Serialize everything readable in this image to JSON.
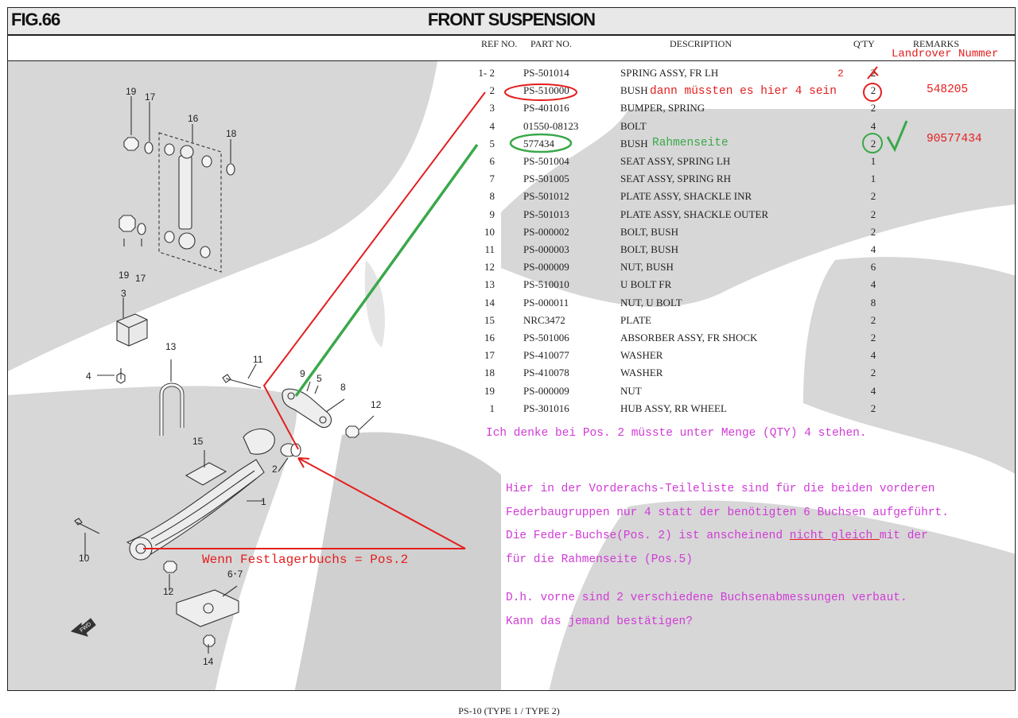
{
  "header": {
    "fig": "FIG.66",
    "title": "FRONT SUSPENSION"
  },
  "columns": {
    "ref": "REF NO.",
    "part": "PART NO.",
    "desc": "DESCRIPTION",
    "qty": "Q'TY",
    "remarks": "REMARKS"
  },
  "parts": [
    {
      "ref": "1- 2",
      "part": "PS-501014",
      "desc": "SPRING ASSY, FR LH",
      "qty": "2"
    },
    {
      "ref": "2",
      "part": "PS-510000",
      "desc": "BUSH",
      "qty": "2"
    },
    {
      "ref": "3",
      "part": "PS-401016",
      "desc": "BUMPER, SPRING",
      "qty": "2"
    },
    {
      "ref": "4",
      "part": "01550-08123",
      "desc": "BOLT",
      "qty": "4"
    },
    {
      "ref": "5",
      "part": "577434",
      "desc": "BUSH",
      "qty": "2"
    },
    {
      "ref": "6",
      "part": "PS-501004",
      "desc": "SEAT ASSY, SPRING LH",
      "qty": "1"
    },
    {
      "ref": "7",
      "part": "PS-501005",
      "desc": "SEAT ASSY, SPRING RH",
      "qty": "1"
    },
    {
      "ref": "8",
      "part": "PS-501012",
      "desc": "PLATE ASSY, SHACKLE INR",
      "qty": "2"
    },
    {
      "ref": "9",
      "part": "PS-501013",
      "desc": "PLATE ASSY, SHACKLE OUTER",
      "qty": "2"
    },
    {
      "ref": "10",
      "part": "PS-000002",
      "desc": "BOLT, BUSH",
      "qty": "2"
    },
    {
      "ref": "11",
      "part": "PS-000003",
      "desc": "BOLT, BUSH",
      "qty": "4"
    },
    {
      "ref": "12",
      "part": "PS-000009",
      "desc": "NUT, BUSH",
      "qty": "6"
    },
    {
      "ref": "13",
      "part": "PS-510010",
      "desc": "U BOLT FR",
      "qty": "4"
    },
    {
      "ref": "14",
      "part": "PS-000011",
      "desc": "NUT, U BOLT",
      "qty": "8"
    },
    {
      "ref": "15",
      "part": "NRC3472",
      "desc": "PLATE",
      "qty": "2"
    },
    {
      "ref": "16",
      "part": "PS-501006",
      "desc": "ABSORBER ASSY, FR SHOCK",
      "qty": "2"
    },
    {
      "ref": "17",
      "part": "PS-410077",
      "desc": "WASHER",
      "qty": "4"
    },
    {
      "ref": "18",
      "part": "PS-410078",
      "desc": "WASHER",
      "qty": "2"
    },
    {
      "ref": "19",
      "part": "PS-000009",
      "desc": "NUT",
      "qty": "4"
    },
    {
      "ref": "1",
      "part": "PS-301016",
      "desc": "HUB ASSY, RR WHEEL",
      "qty": "2"
    }
  ],
  "annotations": {
    "landrover": "Landrover Nummer",
    "qty_correction": "2",
    "bush_note": "dann müssten es hier 4 sein",
    "lr_548205": "548205",
    "rahmenseite": "Rahmenseite",
    "lr_90577434": "90577434",
    "qty_note": "Ich denke bei Pos. 2 müsste unter Menge (QTY) 4 stehen.",
    "festlager": "Wenn Festlagerbuchs = Pos.2",
    "para1_line1": "Hier in der Vorderachs-Teileliste sind für die beiden vorderen",
    "para1_line2": "Federbaugruppen nur 4 statt der benötigten 6 Buchsen aufgeführt.",
    "para1_line3_a": "Die Feder-Buchse(Pos. 2) ist anscheinend ",
    "para1_line3_u": "nicht gleich ",
    "para1_line3_b": "mit der",
    "para1_line4": "für die Rahmenseite (Pos.5)",
    "para2_line1": "D.h. vorne sind 2 verschiedene Buchsenabmessungen verbaut.",
    "para2_line2": "Kann das jemand bestätigen?"
  },
  "callouts": [
    "19",
    "17",
    "16",
    "18",
    "19",
    "17",
    "3",
    "4",
    "13",
    "11",
    "9",
    "5",
    "8",
    "12",
    "15",
    "2",
    "1",
    "10",
    "12",
    "6･7",
    "14"
  ],
  "fwd_label": "FWD",
  "footer": "PS-10 (TYPE 1 / TYPE 2)",
  "colors": {
    "red": "#e41e1e",
    "green": "#3aa84a",
    "magenta": "#d03bd6",
    "header_bg": "#e8e8e8",
    "watermark": "#d4d4d4"
  }
}
